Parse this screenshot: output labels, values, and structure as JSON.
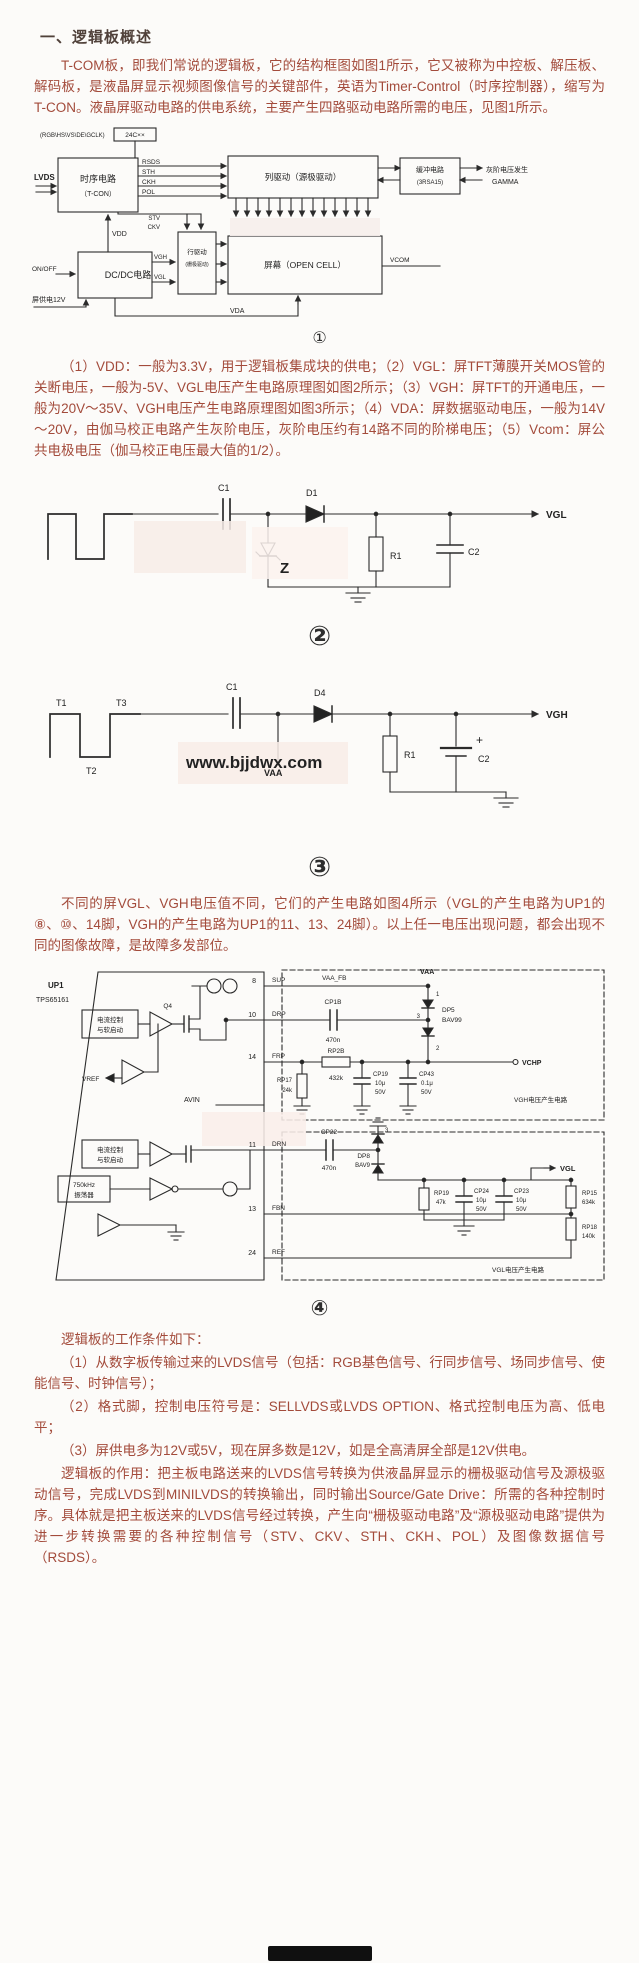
{
  "doc": {
    "heading": "一、逻辑板概述",
    "para1": "T-COM板，即我们常说的逻辑板，它的结构框图如图1所示，它又被称为中控板、解压板、解码板，是液晶屏显示视频图像信号的关键部件，英语为Timer-Control（时序控制器），缩写为T-CON。液晶屏驱动电路的供电系统，主要产生四路驱动电路所需的电压，见图1所示。",
    "para2": "（1）VDD：一般为3.3V，用于逻辑板集成块的供电；（2）VGL：屏TFT薄膜开关MOS管的关断电压，一般为-5V、VGL电压产生电路原理图如图2所示；（3）VGH：屏TFT的开通电压，一般为20V～35V、VGH电压产生电路原理图如图3所示；（4）VDA：屏数据驱动电压，一般为14V～20V，由伽马校正电路产生灰阶电压，灰阶电压约有14路不同的阶梯电压；（5）Vcom：屏公共电极电压（伽马校正电压最大值的1/2）。",
    "para3": "不同的屏VGL、VGH电压值不同，它们的产生电路如图4所示（VGL的产生电路为UP1的⑧、⑩、14脚，VGH的产生电路为UP1的11、13、24脚）。以上任一电压出现问题，都会出现不同的图像故障，是故障多发部位。",
    "para4_intro": "逻辑板的工作条件如下：",
    "para4_item1": "（1）从数字板传输过来的LVDS信号（包括：RGB基色信号、行同步信号、场同步信号、使能信号、时钟信号）；",
    "para4_item2": "（2）格式脚，控制电压符号是：SELLVDS或LVDS OPTION、格式控制电压为高、低电平；",
    "para4_item3": "（3）屏供电多为12V或5V，现在屏多数是12V，如是全高清屏全部是12V供电。",
    "para5": "逻辑板的作用：把主板电路送来的LVDS信号转换为供液晶屏显示的栅极驱动信号及源极驱动信号，完成LVDS到MINILVDS的转换输出，同时输出Source/Gate Drive：所需的各种控制时序。具体就是把主板送来的LVDS信号经过转换，产生向“栅极驱动电路”及“源极驱动电路”提供为进一步转换需要的各种控制信号（STV、CKV、STH、CKH、POL）及图像数据信号（RSDS）。"
  },
  "colors": {
    "body_text": "#a34b3b",
    "heading": "#50413a",
    "figure_ink": "#2b2b2b",
    "watermark_green": "#1eb34f",
    "power_label_red": "#c03028",
    "page_background": "#fcfbf9"
  },
  "fig1": {
    "caption": "①",
    "bus_label": "(RGB\\HS\\VS\\DE\\GCLK)",
    "eeprom": "24C××",
    "lvds": "LVDS",
    "tcon": [
      "时序电路",
      "（T-CON）"
    ],
    "signals": [
      "RSDS",
      "STH",
      "CKH",
      "POL"
    ],
    "source_driver": "列驱动（源极驱动）",
    "buffer": [
      "缓冲电路",
      "(3RSA15)"
    ],
    "gamma": [
      "灰阶电压发生",
      "GAMMA"
    ],
    "gate_signals": [
      "STV",
      "CKV"
    ],
    "gate_driver": [
      "行驱动",
      "(栅极驱动)"
    ],
    "panel": "屏幕（OPEN CELL）",
    "dcdc": "DC/DC电路",
    "vdd": "VDD",
    "vgh": "VGH",
    "vgl": "VGL",
    "vda": "VDA",
    "vcom": "VCOM",
    "onoff": "ON/OFF",
    "power": "屏供电12V"
  },
  "fig2": {
    "caption": "②",
    "c1": "C1",
    "d1": "D1",
    "z": "Z",
    "r1": "R1",
    "c2": "C2",
    "out": "VGL"
  },
  "fig3": {
    "caption": "③",
    "t1": "T1",
    "t2": "T2",
    "t3": "T3",
    "c1": "C1",
    "d4": "D4",
    "r1": "R1",
    "c2": "C2",
    "plus": "+",
    "vaa": "VAA",
    "out": "VGH",
    "watermark": "www.bjjdwx.com"
  },
  "fig4": {
    "caption": "④",
    "ic": [
      "UP1",
      "TPS65161"
    ],
    "pins": [
      {
        "num": "8",
        "name": "SUP"
      },
      {
        "num": "10",
        "name": "DRP"
      },
      {
        "num": "14",
        "name": "FRP"
      },
      {
        "num": "11",
        "name": "DRN"
      },
      {
        "num": "13",
        "name": "FBN"
      },
      {
        "num": "24",
        "name": "REF"
      }
    ],
    "current_ctrl": [
      "电流控制",
      "与软启动"
    ],
    "oscillator": [
      "750kHz",
      "振荡器"
    ],
    "q4": "Q4",
    "vref": "VREF",
    "avin": "AVIN",
    "vaa_fb": "VAA_FB",
    "vaa": "VAA",
    "cp1b": [
      "CP1B",
      "470n"
    ],
    "dp5": [
      "DP5",
      "BAV99"
    ],
    "dp5_pins": [
      "1",
      "3",
      "2"
    ],
    "rp2b": [
      "RP2B",
      "432k"
    ],
    "vchp": "VCHP",
    "rp17": [
      "RP17",
      "24k"
    ],
    "cp19": [
      "CP19",
      "10μ",
      "50V"
    ],
    "cp43": [
      "CP43",
      "0.1μ",
      "50V"
    ],
    "vgh_box": "VGH电压产生电路",
    "cp22": [
      "CP22",
      "470n"
    ],
    "dp8": [
      "DP8",
      "BAV9"
    ],
    "dp8_pin": "3",
    "rp19": [
      "RP19",
      "47k"
    ],
    "cp24": [
      "CP24",
      "10μ",
      "50V"
    ],
    "cp23": [
      "CP23",
      "10μ",
      "50V"
    ],
    "vgl": "VGL",
    "rp15": [
      "RP15",
      "634k"
    ],
    "rp18": [
      "RP18",
      "140k"
    ],
    "vgl_box": "VGL电压产生电路"
  }
}
